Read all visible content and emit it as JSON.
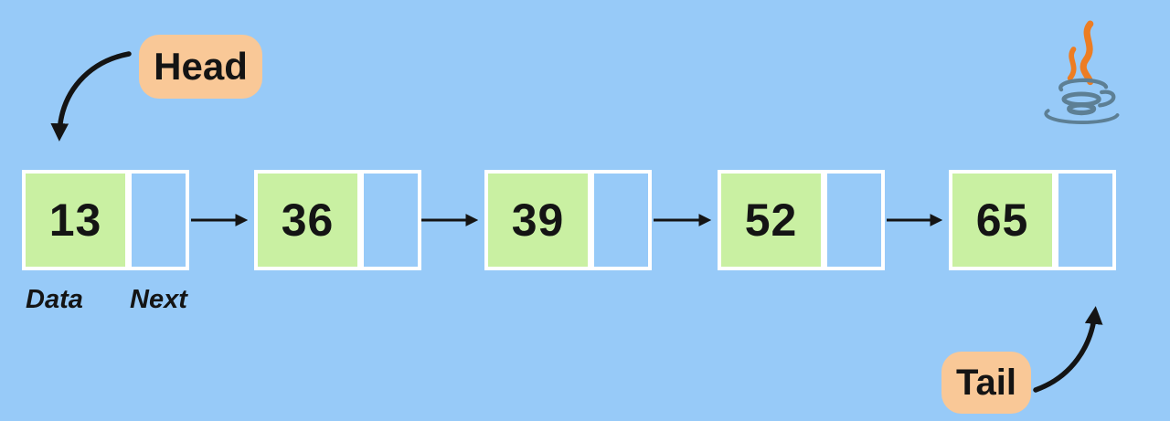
{
  "labels": {
    "head": "Head",
    "tail": "Tail",
    "data": "Data",
    "next": "Next"
  },
  "nodes": [
    {
      "value": "13"
    },
    {
      "value": "36"
    },
    {
      "value": "39"
    },
    {
      "value": "52"
    },
    {
      "value": "65"
    }
  ],
  "icons": {
    "java_logo": "java-logo-icon"
  },
  "colors": {
    "background": "#97caf8",
    "node_frame": "#ffffff",
    "node_data_fill": "#c9f0a2",
    "node_next_fill": "#97caf8",
    "label_bubble": "#f9c897",
    "arrow": "#141414",
    "text": "#141414",
    "java_steam": "#ed7d23",
    "java_cup": "#5d7f94"
  }
}
